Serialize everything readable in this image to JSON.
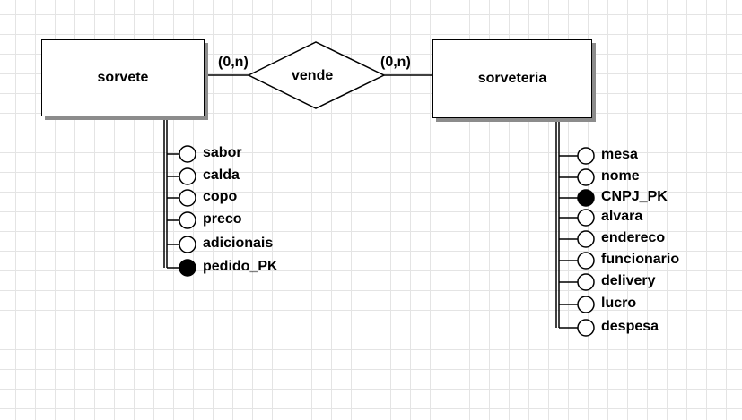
{
  "entities": {
    "sorvete": {
      "name": "sorvete"
    },
    "sorveteria": {
      "name": "sorveteria"
    }
  },
  "relationship": {
    "name": "vende",
    "left_cardinality": "(0,n)",
    "right_cardinality": "(0,n)"
  },
  "sorvete_attributes": [
    {
      "name": "sabor",
      "key": false
    },
    {
      "name": "calda",
      "key": false
    },
    {
      "name": "copo",
      "key": false
    },
    {
      "name": "preco",
      "key": false
    },
    {
      "name": "adicionais",
      "key": false
    },
    {
      "name": "pedido_PK",
      "key": true
    }
  ],
  "sorveteria_attributes": [
    {
      "name": "mesa",
      "key": false
    },
    {
      "name": "nome",
      "key": false
    },
    {
      "name": "CNPJ_PK",
      "key": true
    },
    {
      "name": "alvara",
      "key": false
    },
    {
      "name": "endereco",
      "key": false
    },
    {
      "name": "funcionario",
      "key": false
    },
    {
      "name": "delivery",
      "key": false
    },
    {
      "name": "lucro",
      "key": false
    },
    {
      "name": "despesa",
      "key": false
    }
  ]
}
